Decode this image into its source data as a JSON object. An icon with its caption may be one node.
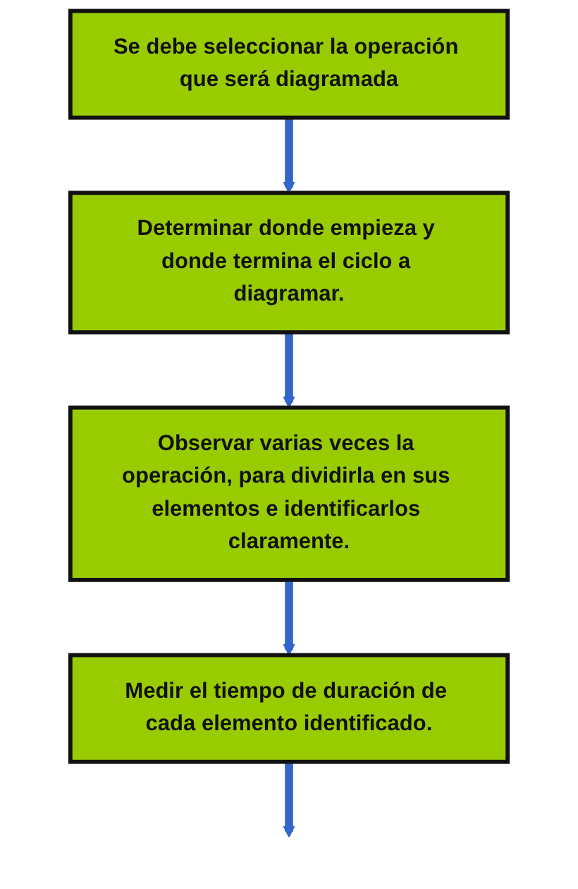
{
  "diagram": {
    "nodes": [
      {
        "text": [
          "Se debe seleccionar la operación que será diagramada"
        ]
      },
      {
        "text": [
          "Determinar donde empieza y donde termina el ciclo a diagramar."
        ]
      },
      {
        "text": [
          "Observar varias veces la operación, para dividirla en sus elementos e identificarlos claramente."
        ]
      },
      {
        "text": [
          "Medir el tiempo de duración de cada elemento identificado."
        ]
      }
    ],
    "edges": [
      {
        "from": 0,
        "to": 1,
        "arrow": "to"
      },
      {
        "from": 1,
        "to": 2,
        "arrow": "to"
      },
      {
        "from": 2,
        "to": 3,
        "arrow": "to"
      },
      {
        "from": 3,
        "to": null,
        "arrow": "to"
      }
    ]
  }
}
